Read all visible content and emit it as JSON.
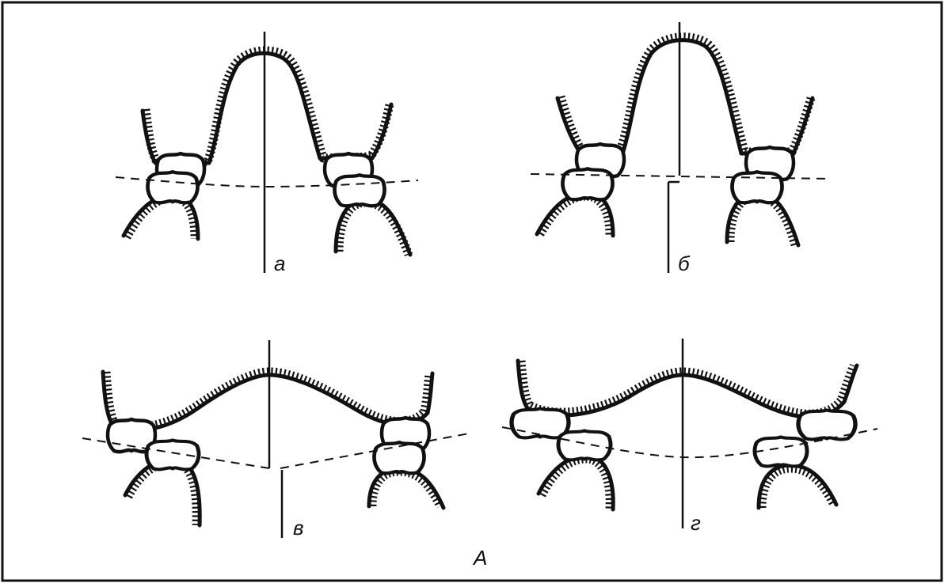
{
  "figure": {
    "label": "A",
    "panels": [
      {
        "id": "a",
        "label": "а"
      },
      {
        "id": "b",
        "label": "б"
      },
      {
        "id": "v",
        "label": "в"
      },
      {
        "id": "g",
        "label": "г"
      }
    ]
  },
  "colors": {
    "ink": "#111111",
    "background": "#ffffff"
  }
}
